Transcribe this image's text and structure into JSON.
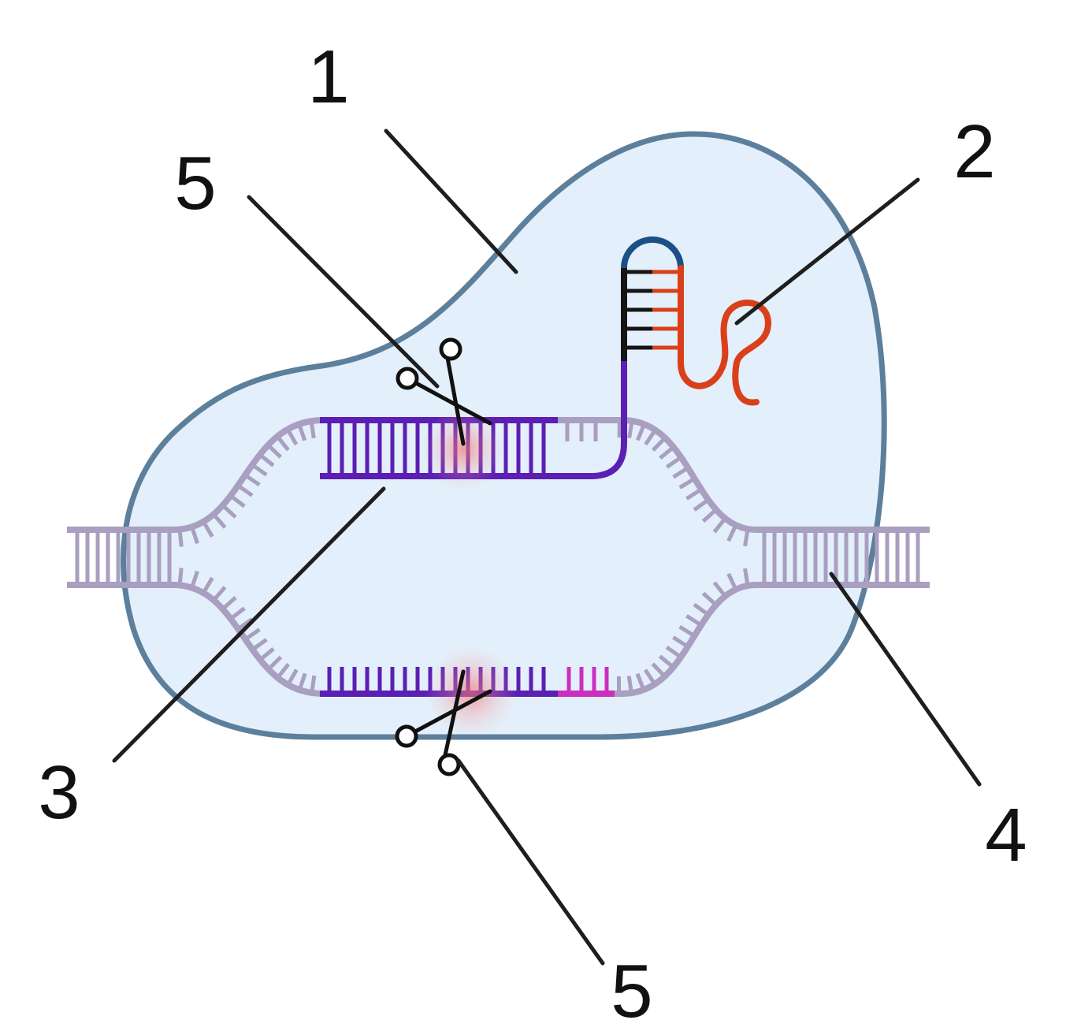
{
  "labels": {
    "cas_protein": "1",
    "guide_rna": "2",
    "target_strand": "3",
    "target_dna": "4",
    "cut_site_top": "5",
    "cut_site_bottom": "5"
  },
  "colors": {
    "protein_fill": "#e3effa",
    "protein_outline": "#5c7f9c",
    "dna": "#a99fc0",
    "crrna": "#5b1fb4",
    "pam": "#cc2fbd",
    "tracrrna": "#d9401a",
    "loop_cap": "#1c4f86",
    "stem_rungs": "#151515",
    "cut_glow": "#f07070",
    "leader": "#1e1e1e"
  },
  "icons": [
    "scissors-icon",
    "scissors-icon"
  ]
}
